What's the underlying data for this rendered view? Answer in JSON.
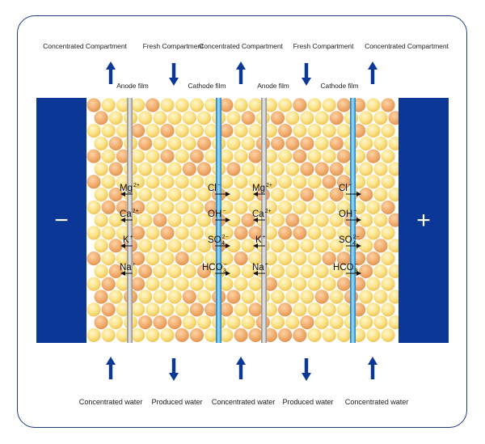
{
  "labels": {
    "top": [
      "Concentrated Compartment",
      "Fresh Compartment",
      "Concentrated Compartment",
      "Fresh Compartment",
      "Concentrated Compartment"
    ],
    "bottom": [
      "Concentrated water",
      "Produced water",
      "Concentrated water",
      "Produced water",
      "Concentrated water"
    ],
    "films": [
      "Anode film",
      "Cathode film",
      "Anode film",
      "Cathode film"
    ]
  },
  "electrodes": {
    "left_sign": "−",
    "right_sign": "+"
  },
  "cations": [
    {
      "symbol": "Mg",
      "charge": "2+"
    },
    {
      "symbol": "Ca",
      "charge": "2+"
    },
    {
      "symbol": "K",
      "charge": "+"
    },
    {
      "symbol": "Na",
      "charge": "+"
    }
  ],
  "anions": [
    {
      "symbol": "Cl",
      "sub": "",
      "charge": "−"
    },
    {
      "symbol": "OH",
      "sub": "",
      "charge": "−"
    },
    {
      "symbol": "SO",
      "sub": "4",
      "charge": "2−"
    },
    {
      "symbol": "HCO",
      "sub": "3",
      "charge": "−"
    }
  ],
  "colors": {
    "electrode": "#0b3896",
    "arrow": "#0b3896",
    "anode_film": "#b8b8b8",
    "cathode_film": "#2aa3dc",
    "resin_light": "#fbe48a",
    "resin_dark": "#f2b070"
  }
}
